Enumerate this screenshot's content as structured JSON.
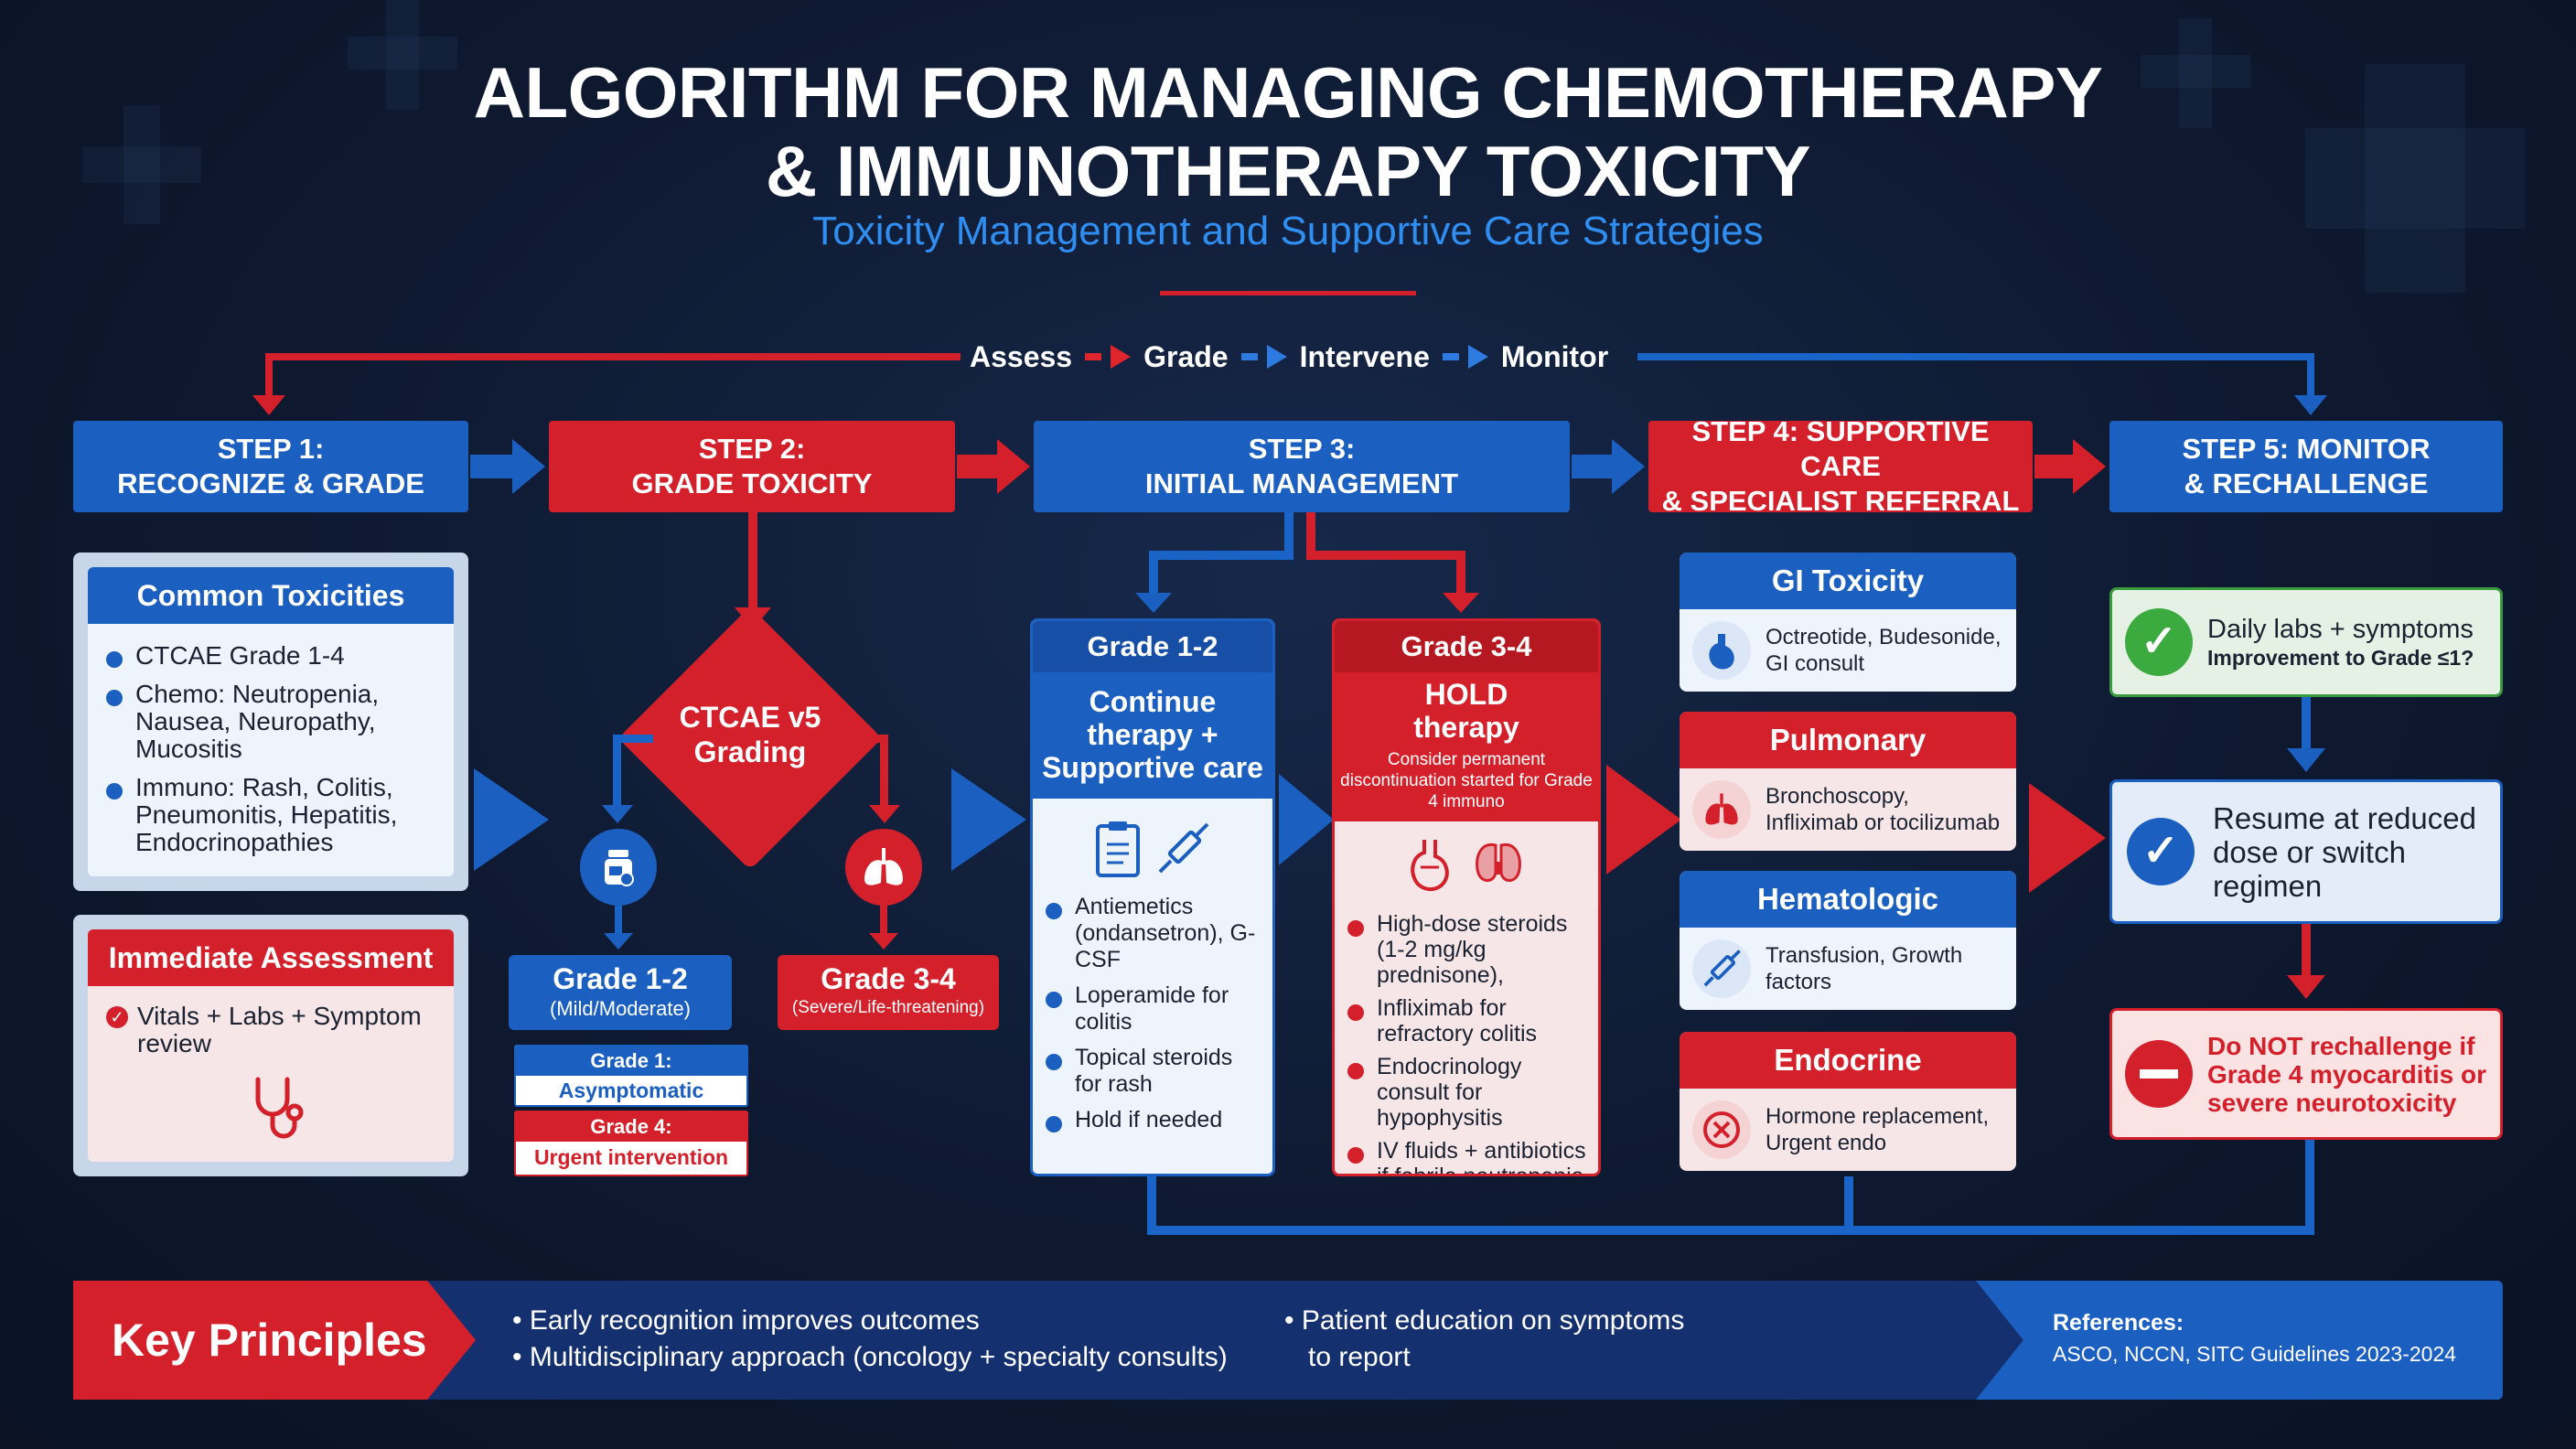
{
  "title_line1": "ALGORITHM FOR MANAGING CHEMOTHERAPY",
  "title_line2": "& IMMUNOTHERAPY TOXICITY",
  "subtitle": "Toxicity Management and Supportive Care Strategies",
  "flow": {
    "assess": "Assess",
    "grade": "Grade",
    "intervene": "Intervene",
    "monitor": "Monitor"
  },
  "steps": [
    {
      "label": "STEP 1:\nRECOGNIZE & GRADE"
    },
    {
      "label": "STEP 2:\nGRADE TOXICITY"
    },
    {
      "label": "STEP 3:\nINITIAL MANAGEMENT"
    },
    {
      "label": "STEP 4: SUPPORTIVE CARE\n& SPECIALIST REFERRAL"
    },
    {
      "label": "STEP 5: MONITOR\n& RECHALLENGE"
    }
  ],
  "common_toxicities": {
    "title": "Common Toxicities",
    "items": [
      "CTCAE Grade 1-4",
      "Chemo: Neutropenia, Nausea, Neuropathy, Mucositis",
      "Immuno: Rash, Colitis, Pneumonitis, Hepatitis, Endocrinopathies"
    ]
  },
  "immediate_assessment": {
    "title": "Immediate Assessment",
    "item": "Vitals + Labs + Symptom review"
  },
  "diamond": "CTCAE v5\nGrading",
  "grade12_box": {
    "title": "Grade 1-2",
    "sub": "(Mild/Moderate)"
  },
  "grade34_box": {
    "title": "Grade 3-4",
    "sub": "(Severe/Life-threatening)"
  },
  "grade1_tag": {
    "label": "Grade 1:",
    "value": "Asymptomatic"
  },
  "grade4_tag": {
    "label": "Grade 4:",
    "value": "Urgent intervention"
  },
  "mgmt_grade12": {
    "header": "Grade 1-2",
    "title": "Continue\ntherapy +\nSupportive care",
    "items": [
      "Antiemetics (ondansetron), G-CSF",
      "Loperamide for colitis",
      "Topical steroids for rash",
      "Hold if needed"
    ]
  },
  "mgmt_grade34": {
    "header": "Grade 3-4",
    "title": "HOLD\ntherapy",
    "note": "Consider permanent discontinuation started for Grade 4 immuno",
    "items": [
      "High-dose steroids (1-2 mg/kg prednisone),",
      "Infliximab for refractory colitis",
      "Endocrinology consult for hypophysitis",
      "IV fluids + antibiotics if febrile neutropenia"
    ]
  },
  "specialists": [
    {
      "title": "GI Toxicity",
      "text": "Octreotide, Budesonide, GI consult",
      "color": "#1b5fc0",
      "icon": "stomach-icon"
    },
    {
      "title": "Pulmonary",
      "text": "Bronchoscopy, Infliximab or tocilizumab",
      "color": "#d3202a",
      "icon": "lungs-icon"
    },
    {
      "title": "Hematologic",
      "text": "Transfusion, Growth factors",
      "color": "#1b5fc0",
      "icon": "syringe-icon"
    },
    {
      "title": "Endocrine",
      "text": "Hormone replacement, Urgent endo",
      "color": "#d3202a",
      "icon": "gland-icon"
    }
  ],
  "monitor": {
    "daily_title": "Daily labs + symptoms",
    "daily_sub": "Improvement to Grade ≤1?",
    "resume": "Resume at reduced dose or switch regimen",
    "donot": "Do NOT rechallenge if Grade 4 myocarditis or severe neurotoxicity"
  },
  "key_principles": {
    "label": "Key Principles",
    "items": [
      "• Early recognition improves outcomes",
      "• Multidisciplinary approach (oncology + specialty consults)",
      "• Patient education on symptoms",
      "to report"
    ],
    "references_label": "References:",
    "references": "ASCO, NCCN, SITC Guidelines 2023-2024"
  },
  "colors": {
    "red": "#d3202a",
    "blue": "#1b5fc0",
    "navy": "#0f1a2e"
  }
}
